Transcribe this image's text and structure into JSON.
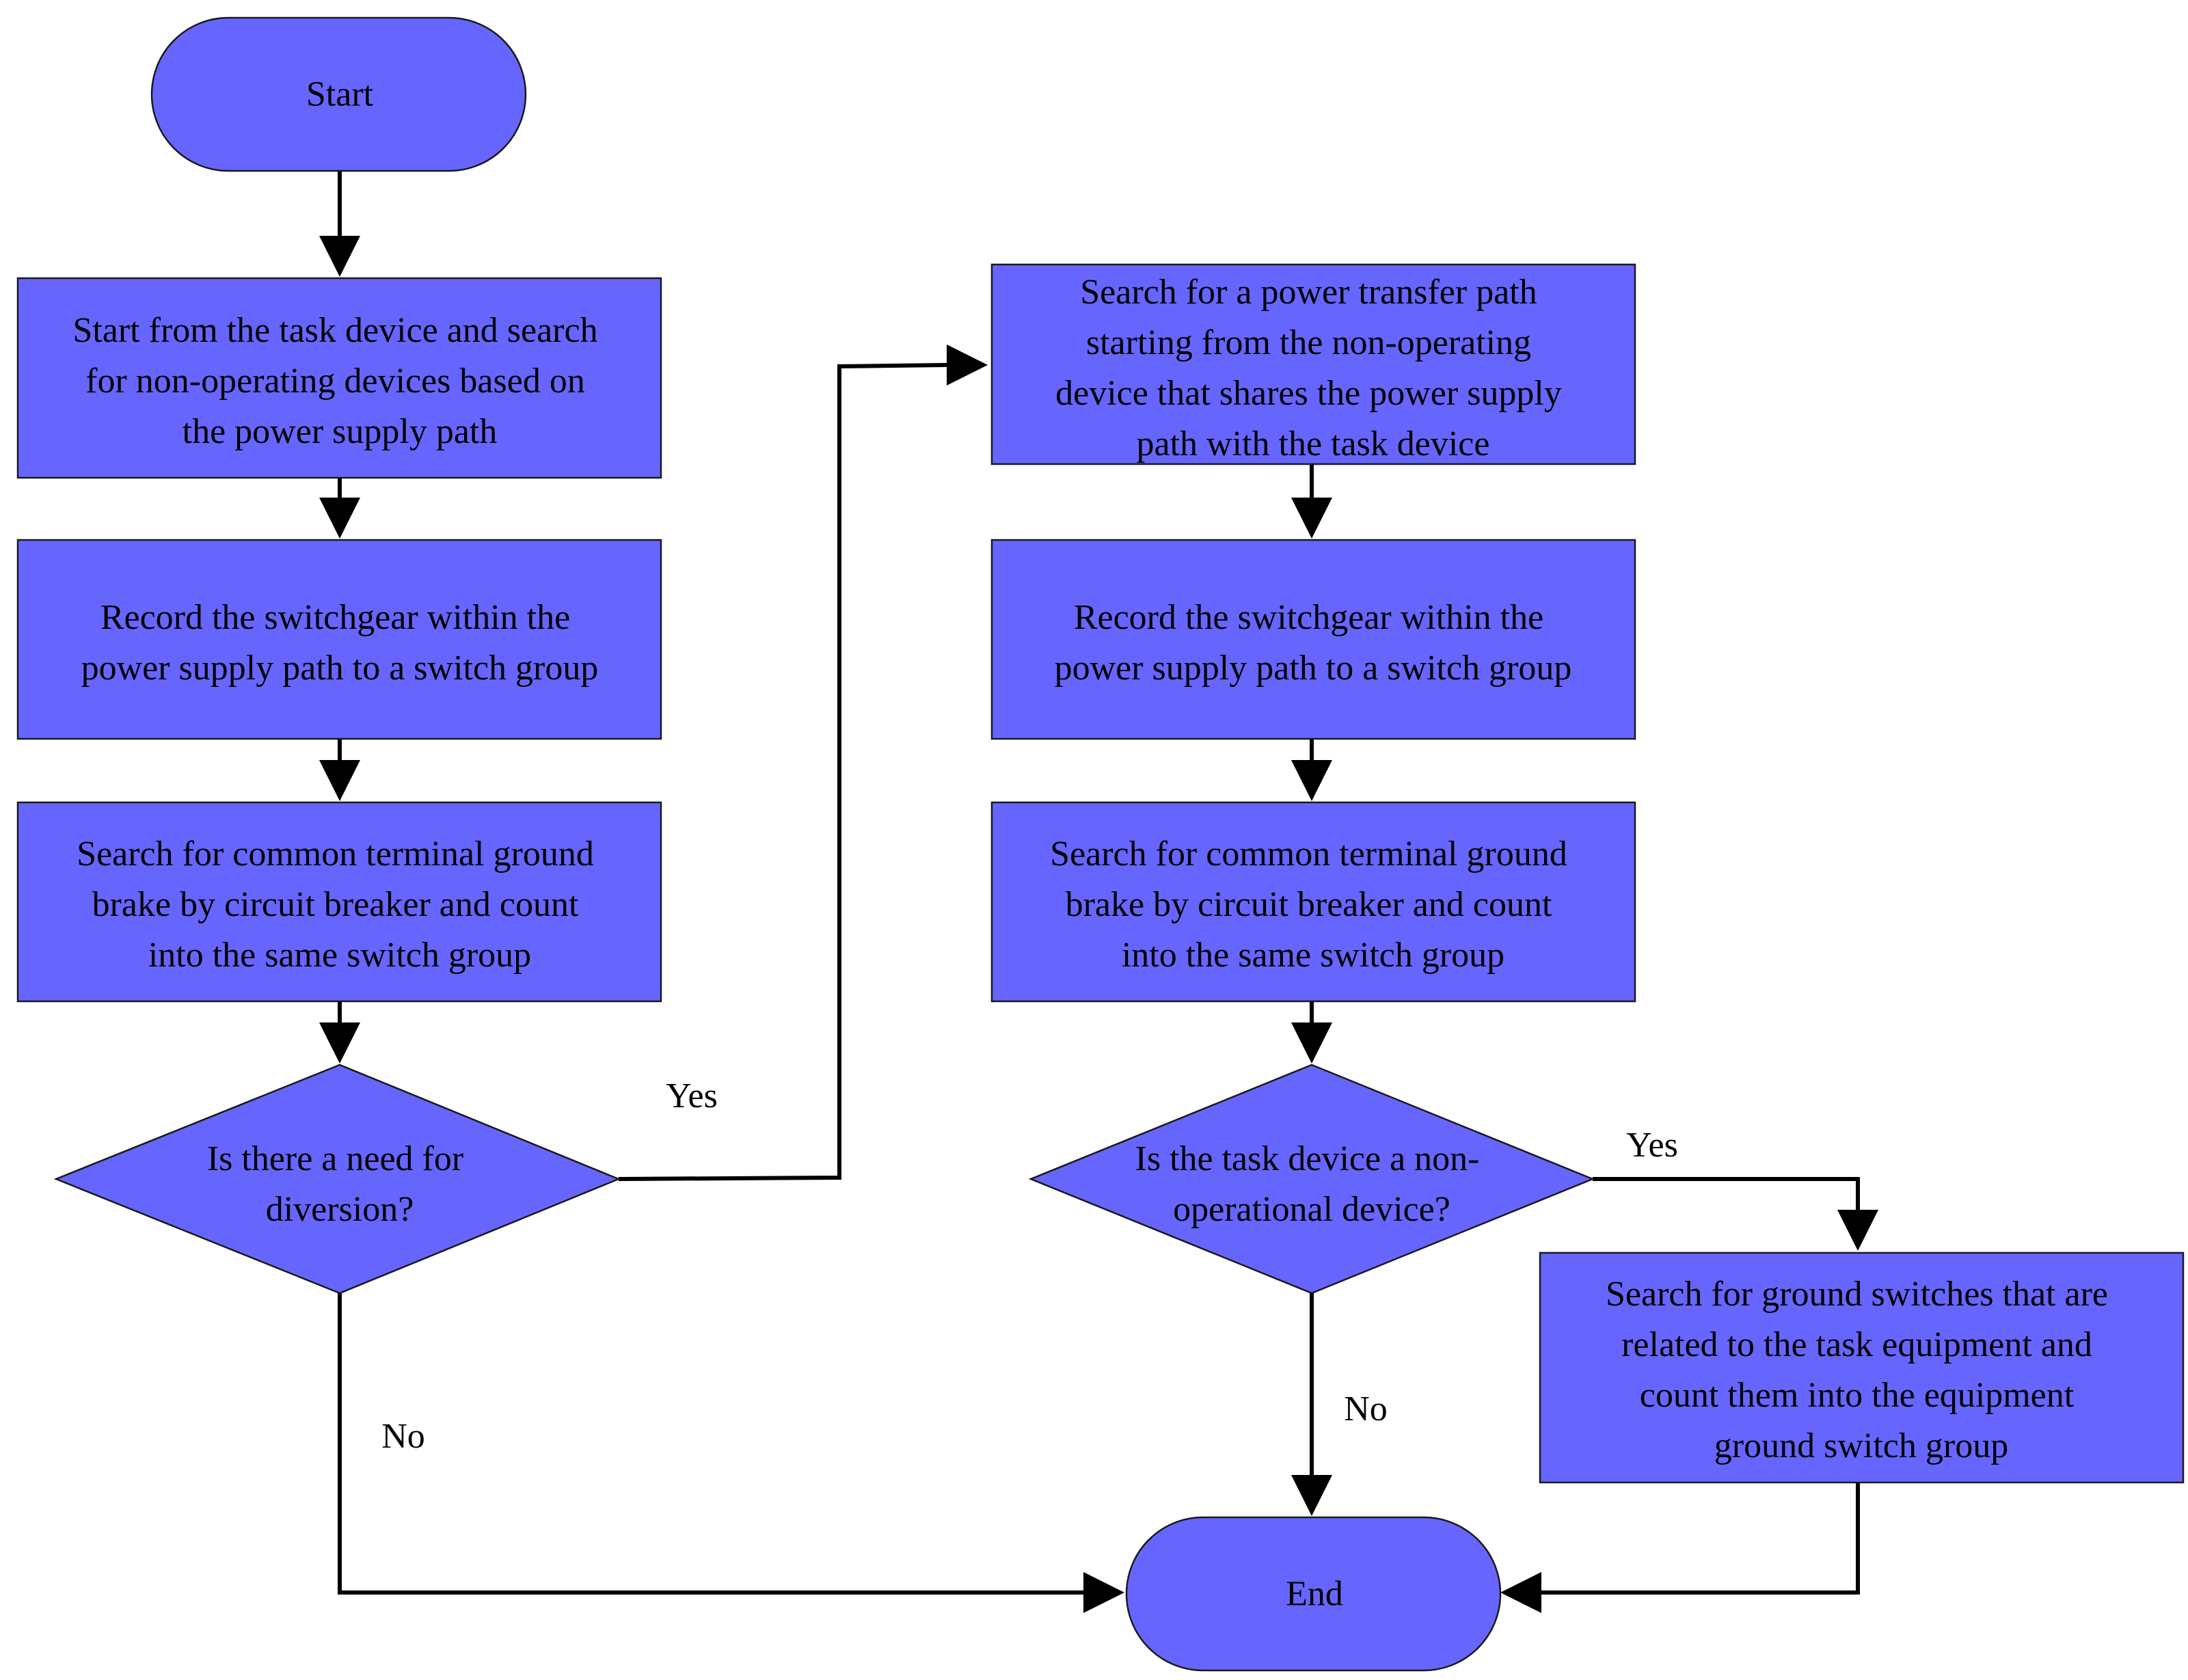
{
  "colors": {
    "node_fill": "#6666ff",
    "node_stroke": "#1a1a1a",
    "line": "#000000"
  },
  "nodes": {
    "start": {
      "label": "Start"
    },
    "search_nonop": {
      "lines": [
        "Start from the task device and search",
        "for non-operating devices based on",
        "the power supply path"
      ]
    },
    "record_left": {
      "lines": [
        "Record the switchgear within the",
        "power supply path to a switch group"
      ]
    },
    "ground_left": {
      "lines": [
        "Search for common terminal ground",
        "brake by circuit breaker and count",
        "into the same switch group"
      ]
    },
    "diversion": {
      "lines": [
        "Is there a need for",
        "diversion?"
      ]
    },
    "transfer": {
      "lines": [
        "Search for a power transfer path",
        "starting from the non-operating",
        "device that shares the power supply",
        "path with the task device"
      ]
    },
    "record_right": {
      "lines": [
        "Record the switchgear within the",
        "power supply path to a switch group"
      ]
    },
    "ground_right": {
      "lines": [
        "Search for common terminal ground",
        "brake by circuit breaker and count",
        "into the same switch group"
      ]
    },
    "nonop_decision": {
      "lines": [
        "Is the task device a non-",
        "operational device?"
      ]
    },
    "equip_ground": {
      "lines": [
        "Search for ground switches that are",
        "related to the task equipment and",
        "count them into the equipment",
        "ground switch group"
      ]
    },
    "end": {
      "label": "End"
    }
  },
  "edge_labels": {
    "diversion_yes": "Yes",
    "diversion_no": "No",
    "nonop_yes": "Yes",
    "nonop_no": "No"
  }
}
